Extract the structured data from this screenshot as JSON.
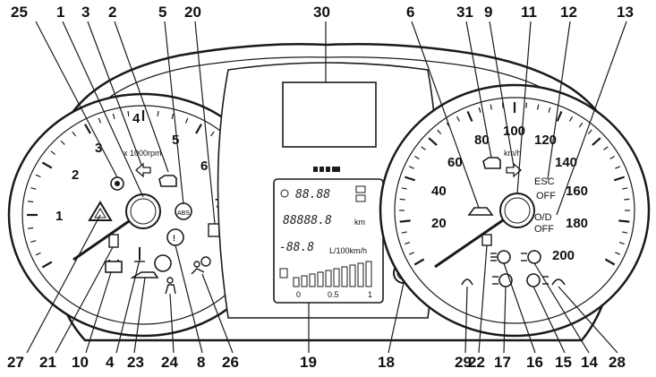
{
  "callouts": {
    "top": [
      "25",
      "1",
      "3",
      "2",
      "5",
      "20",
      "30",
      "6",
      "31",
      "9",
      "11",
      "12",
      "13"
    ],
    "bottom": [
      "27",
      "21",
      "10",
      "4",
      "23",
      "24",
      "8",
      "26",
      "19",
      "18",
      "29",
      "22",
      "17",
      "16",
      "15",
      "14",
      "28"
    ]
  },
  "tachometer": {
    "ticks": [
      "1",
      "2",
      "3",
      "4",
      "5",
      "6",
      "7"
    ],
    "unit": "x 1000rpm"
  },
  "speedometer": {
    "ticks": [
      "20",
      "40",
      "60",
      "80",
      "100",
      "120",
      "140",
      "160",
      "180",
      "200"
    ],
    "unit": "km/h",
    "esc_label": "ESC",
    "esc_off": "OFF",
    "od_label": "O/D",
    "od_off": "OFF"
  },
  "display": {
    "temp_readout": "88.88",
    "odometer": "88888.8",
    "odometer_unit": "km",
    "consumption_readout": "-88.8",
    "consumption_unit": "L/100km/h",
    "bar_scale": [
      "0",
      "0.5",
      "1"
    ]
  },
  "colors": {
    "line": "#1a1a1a",
    "fill": "#ffffff",
    "accent_bg": "#f4f4f4"
  }
}
